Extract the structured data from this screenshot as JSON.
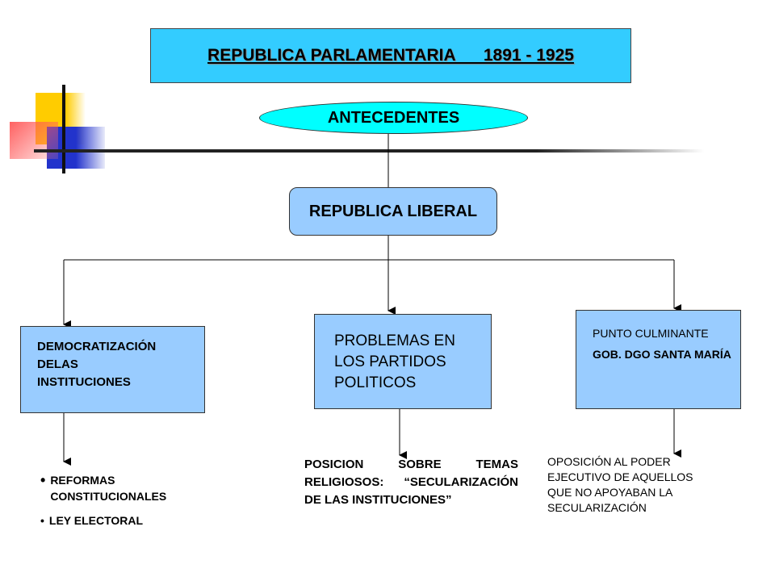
{
  "title": "REPUBLICA PARLAMENTARIA      1891 - 1925",
  "antecedentes": "ANTECEDENTES",
  "republica_liberal": "REPUBLICA LIBERAL",
  "left_box": {
    "lines": [
      "DEMOCRATIZACIÓN",
      "DELAS",
      "INSTITUCIONES"
    ]
  },
  "center_box": {
    "lines": [
      "PROBLEMAS EN",
      "LOS PARTIDOS",
      "POLITICOS"
    ]
  },
  "right_box": {
    "line1": "PUNTO CULMINANTE",
    "line2": "GOB. DGO SANTA MARÍA"
  },
  "left_list": [
    "REFORMAS CONSTITUCIONALES",
    "LEY ELECTORAL"
  ],
  "center_note": "POSICION SOBRE TEMAS RELIGIOSOS: “SECULARIZACIÓN DE LAS INSTITUCIONES”",
  "right_note": "OPOSICIÓN AL PODER EJECUTIVO DE AQUELLOS QUE NO APOYABAN LA SECULARIZACIÓN",
  "colors": {
    "title_fill": "#33ccff",
    "oval_fill": "#00ffff",
    "box_fill": "#99ccff"
  }
}
